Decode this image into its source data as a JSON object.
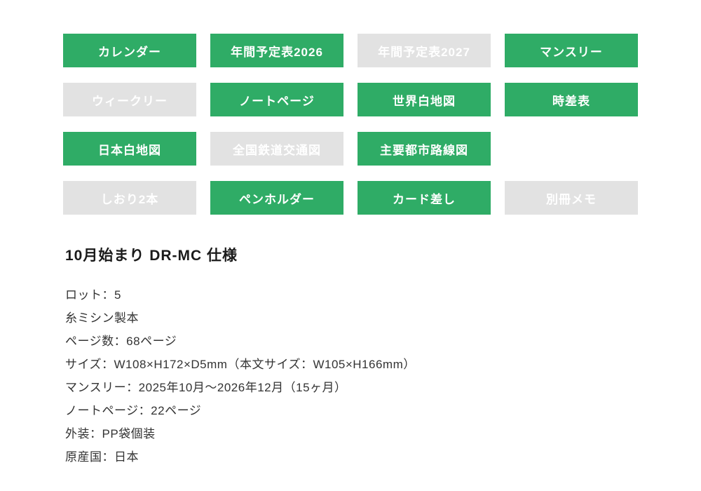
{
  "colors": {
    "green": "#2fac66",
    "gray": "#e2e2e2",
    "text": "#333333"
  },
  "badges": {
    "rows": [
      [
        {
          "label": "カレンダー",
          "variant": "green"
        },
        {
          "label": "年間予定表2026",
          "variant": "green"
        },
        {
          "label": "年間予定表2027",
          "variant": "gray"
        },
        {
          "label": "マンスリー",
          "variant": "green"
        }
      ],
      [
        {
          "label": "ウィークリー",
          "variant": "gray"
        },
        {
          "label": "ノートページ",
          "variant": "green"
        },
        {
          "label": "世界白地図",
          "variant": "green"
        },
        {
          "label": "時差表",
          "variant": "green"
        }
      ],
      [
        {
          "label": "日本白地図",
          "variant": "green"
        },
        {
          "label": "全国鉄道交通図",
          "variant": "gray"
        },
        {
          "label": "主要都市路線図",
          "variant": "green"
        }
      ],
      [
        {
          "label": "しおり2本",
          "variant": "gray"
        },
        {
          "label": "ペンホルダー",
          "variant": "green"
        },
        {
          "label": "カード差し",
          "variant": "green"
        },
        {
          "label": "別冊メモ",
          "variant": "gray"
        }
      ]
    ]
  },
  "spec": {
    "heading": "10月始まり DR-MC 仕様",
    "lines": [
      "ロット：5",
      "糸ミシン製本",
      "ページ数：68ページ",
      "サイズ：W108×H172×D5mm（本文サイズ：W105×H166mm）",
      "マンスリー：2025年10月～2026年12月（15ヶ月）",
      "ノートページ：22ページ",
      "外装：PP袋個装",
      "原産国：日本"
    ]
  }
}
